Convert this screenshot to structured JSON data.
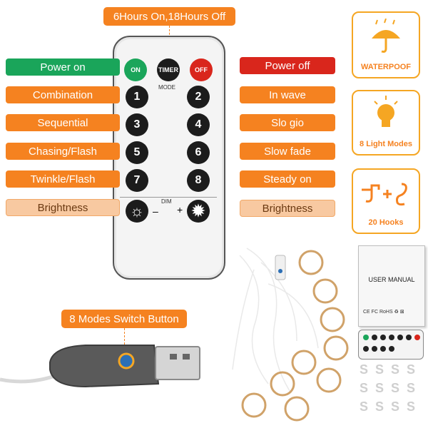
{
  "header": {
    "timer_label": "6Hours On,18Hours Off"
  },
  "left_labels": {
    "power_on": "Power on",
    "combination": "Combination",
    "sequential": "Sequential",
    "chasing": "Chasing/Flash",
    "twinkle": "Twinkle/Flash",
    "brightness": "Brightness"
  },
  "right_labels": {
    "power_off": "Power off",
    "in_wave": "In wave",
    "slo_gio": "Slo gio",
    "slow_fade": "Slow fade",
    "steady_on": "Steady on",
    "brightness": "Brightness"
  },
  "remote": {
    "on": "ON",
    "timer": "TIMER",
    "off": "OFF",
    "mode": "MODE",
    "dim": "DIM",
    "minus": "–",
    "plus": "+",
    "keys": [
      "1",
      "2",
      "3",
      "4",
      "5",
      "6",
      "7",
      "8"
    ]
  },
  "features": {
    "waterproof": "WATERPOOF",
    "light_modes": "8 Light Modes",
    "hooks": "20 Hooks"
  },
  "switch_label": "8 Modes Switch Button",
  "manual": {
    "title": "USER MANUAL",
    "marks": "CE FC RoHS ♻ ⊠"
  },
  "colors": {
    "orange": "#f58220",
    "peach": "#f8c9a1",
    "green": "#1aa55a",
    "red": "#d9261c"
  }
}
